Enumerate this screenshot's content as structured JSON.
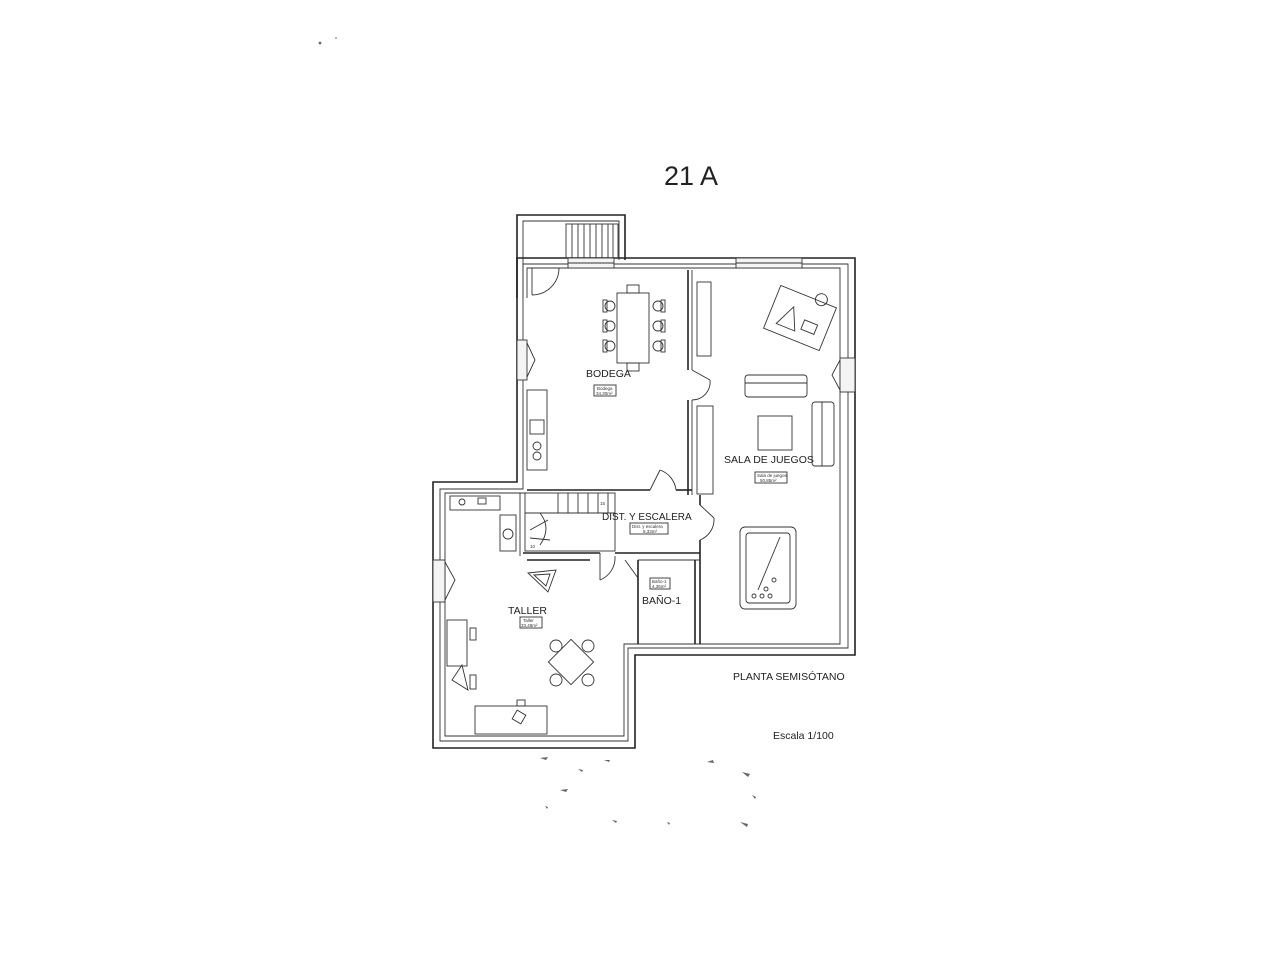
{
  "plan_number": "21 A",
  "rooms": {
    "bodega": {
      "label": "BODEGA",
      "area_label": "Bodega",
      "area_value": "34,30m²"
    },
    "sala_de_juegos": {
      "label": "SALA DE JUEGOS",
      "area_label": "Sala de juegos",
      "area_value": "50,85m²"
    },
    "dist_escalera": {
      "label": "DIST. Y ESCALERA",
      "area_label": "Dist. y escalera",
      "area_value": "9,33m²"
    },
    "bano": {
      "label": "BAÑO-1",
      "area_label": "Baño-1",
      "area_value": "4,36m²"
    },
    "taller": {
      "label": "TALLER",
      "area_label": "Taller",
      "area_value": "33,48m²"
    }
  },
  "floor_name": "PLANTA SEMISÓTANO",
  "scale": "Escala 1/100"
}
